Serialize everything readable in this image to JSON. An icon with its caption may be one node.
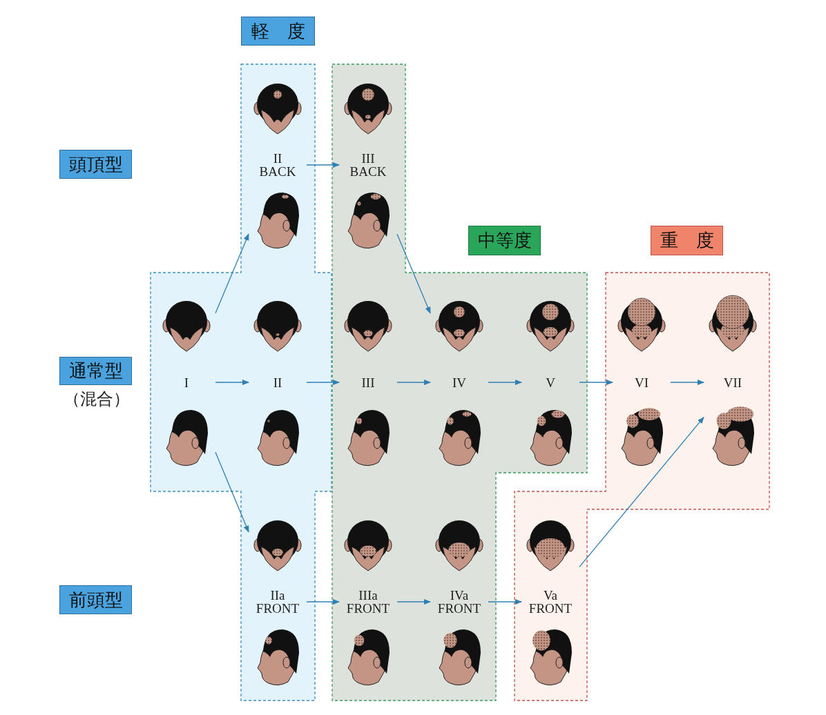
{
  "diagram": {
    "nodes": [
      {
        "text": [
          "軽　度"
        ]
      },
      {
        "text": [
          "中等度"
        ]
      },
      {
        "text": [
          "重　度"
        ]
      },
      {
        "text": [
          "頭頂型"
        ]
      },
      {
        "text": [
          "通常型"
        ],
        "beside": [
          "（混合）"
        ]
      },
      {
        "text": [
          "前頭型"
        ]
      },
      {
        "text": [
          "II BACK"
        ]
      },
      {
        "text": [
          "III BACK"
        ]
      },
      {
        "text": [
          "I"
        ]
      },
      {
        "text": [
          "II"
        ]
      },
      {
        "text": [
          "III"
        ]
      },
      {
        "text": [
          "IV"
        ]
      },
      {
        "text": [
          "V"
        ]
      },
      {
        "text": [
          "VI"
        ]
      },
      {
        "text": [
          "VII"
        ]
      },
      {
        "text": [
          "IIa FRONT"
        ]
      },
      {
        "text": [
          "IIIa FRONT"
        ]
      },
      {
        "text": [
          "IVa FRONT"
        ]
      },
      {
        "text": [
          "Va FRONT"
        ]
      }
    ],
    "edges": [
      {
        "from": 8,
        "to": 6,
        "arrow": "to"
      },
      {
        "from": 6,
        "to": 7,
        "arrow": "to"
      },
      {
        "from": 7,
        "to": 11,
        "arrow": "to"
      },
      {
        "from": 8,
        "to": 9,
        "arrow": "to"
      },
      {
        "from": 9,
        "to": 10,
        "arrow": "to"
      },
      {
        "from": 10,
        "to": 11,
        "arrow": "to"
      },
      {
        "from": 11,
        "to": 12,
        "arrow": "to"
      },
      {
        "from": 12,
        "to": 13,
        "arrow": "to"
      },
      {
        "from": 13,
        "to": 14,
        "arrow": "to"
      },
      {
        "from": 8,
        "to": 15,
        "arrow": "to"
      },
      {
        "from": 15,
        "to": 16,
        "arrow": "to"
      },
      {
        "from": 16,
        "to": 17,
        "arrow": "to"
      },
      {
        "from": 17,
        "to": 18,
        "arrow": "to"
      },
      {
        "from": 18,
        "to": 14,
        "arrow": "to"
      }
    ]
  }
}
